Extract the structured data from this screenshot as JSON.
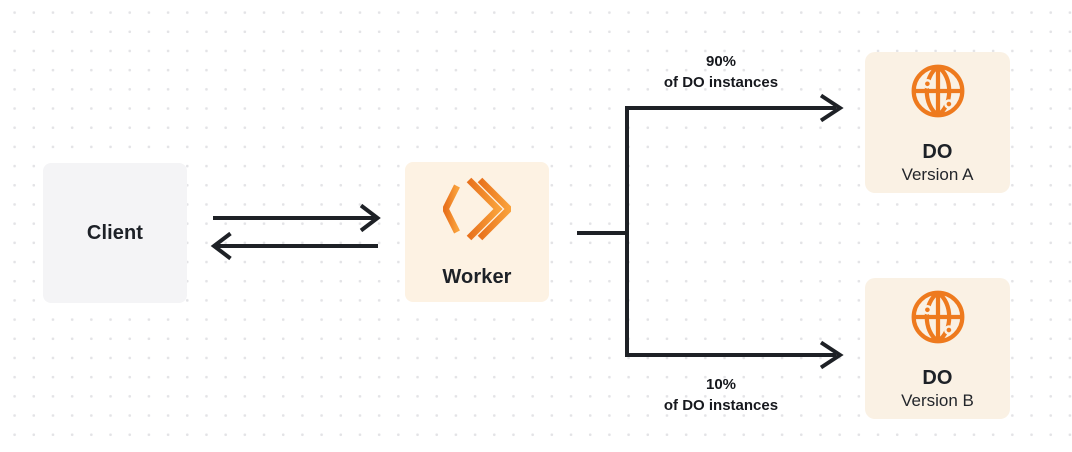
{
  "diagram": {
    "client": {
      "label": "Client"
    },
    "worker": {
      "label": "Worker"
    },
    "do_version_a": {
      "title": "DO",
      "subtitle": "Version A"
    },
    "do_version_b": {
      "title": "DO",
      "subtitle": "Version B"
    },
    "route_a": {
      "line1": "90%",
      "line2": "of DO instances"
    },
    "route_b": {
      "line1": "10%",
      "line2": "of DO instances"
    }
  },
  "icons": {
    "worker_icon": "workers-logo-icon",
    "do_icon": "durable-object-globe-icon"
  },
  "colors": {
    "brand_orange": "#f0801f",
    "brand_orange_light": "#f9a13b",
    "client_box_bg": "#f4f4f6",
    "worker_box_bg": "#fdf2e3",
    "do_box_bg": "#faf1e4",
    "line_color": "#1e2126",
    "dot_grid": "#e3e3e6",
    "text_dark": "#1d2127"
  }
}
